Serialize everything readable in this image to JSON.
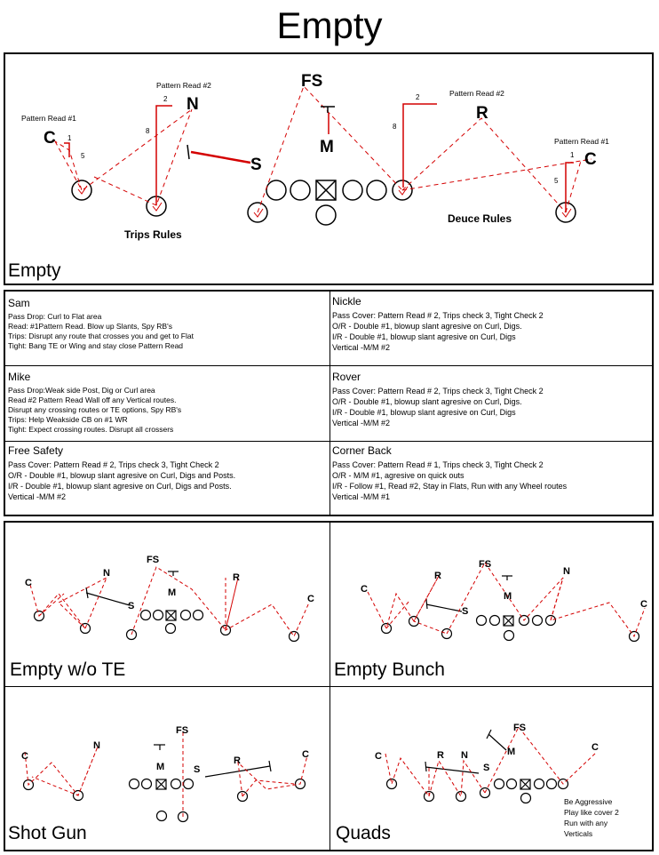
{
  "page_title": "Empty",
  "main_diagram": {
    "label": "Empty",
    "positions": {
      "fs": "FS",
      "n": "N",
      "r": "R",
      "m": "M",
      "s": "S",
      "c_left": "C",
      "c_right": "C"
    },
    "pattern_read_1": "Pattern Read #1",
    "pattern_read_2": "Pattern Read #2",
    "depth_marks": {
      "one": "1",
      "two": "2",
      "five": "5",
      "eight": "8"
    },
    "trips_rules": "Trips Rules",
    "deuce_rules": "Deuce Rules"
  },
  "assignments": [
    {
      "position": "Sam",
      "lines": [
        "Pass Drop: Curl to Flat area",
        "Read: #1Pattern Read. Blow up Slants, Spy RB's",
        "Trips: Disrupt any route that crosses you and get to Flat",
        "Tight: Bang TE or Wing and stay close Pattern Read"
      ]
    },
    {
      "position": "Nickle",
      "lines": [
        "Pass Cover: Pattern Read # 2, Trips check 3, Tight Check 2",
        "O/R - Double #1, blowup slant agresive on Curl, Digs.",
        "I/R - Double #1, blowup slant agresive on Curl, Digs",
        "Vertical -M/M #2"
      ]
    },
    {
      "position": "Mike",
      "lines": [
        "Pass Drop:Weak side Post, Dig or Curl area",
        "Read #2 Pattern Read Wall off any Vertical routes.",
        "Disrupt any crossing routes or TE options, Spy RB's",
        "Trips: Help Weakside CB on #1 WR",
        "Tight: Expect crossing routes.  Disrupt all crossers"
      ]
    },
    {
      "position": "Rover",
      "lines": [
        "Pass Cover: Pattern Read # 2, Trips check 3, Tight Check 2",
        "O/R - Double #1, blowup slant agresive on Curl, Digs.",
        "I/R - Double #1, blowup slant agresive on Curl, Digs",
        "Vertical -M/M #2"
      ]
    },
    {
      "position": "Free Safety",
      "lines": [
        "Pass Cover: Pattern Read # 2, Trips check 3, Tight Check 2",
        "O/R - Double #1, blowup slant agresive on Curl, Digs and Posts.",
        "I/R - Double #1, blowup slant agresive on Curl, Digs and Posts.",
        "Vertical -M/M #2"
      ]
    },
    {
      "position": "Corner Back",
      "lines": [
        "Pass Cover: Pattern Read # 1, Trips check 3, Tight Check 2",
        "O/R - M/M #1, agresive on quick outs",
        "I/R - Follow #1, Read #2,  Stay in Flats, Run with any Wheel routes",
        "Vertical -M/M #1"
      ]
    }
  ],
  "formations": [
    {
      "label": "Empty w/o TE",
      "players": [
        "C",
        "N",
        "FS",
        "M",
        "S",
        "R",
        "C"
      ]
    },
    {
      "label": "Empty Bunch",
      "players": [
        "C",
        "R",
        "FS",
        "M",
        "S",
        "N",
        "C"
      ]
    },
    {
      "label": "Shot Gun",
      "players": [
        "C",
        "N",
        "FS",
        "M",
        "S",
        "R",
        "C"
      ]
    },
    {
      "label": "Quads",
      "players": [
        "C",
        "R",
        "N",
        "S",
        "M",
        "FS",
        "C"
      ],
      "note": [
        "Be Aggressive",
        "Play like cover 2",
        "Run with any",
        "Verticals"
      ]
    }
  ]
}
